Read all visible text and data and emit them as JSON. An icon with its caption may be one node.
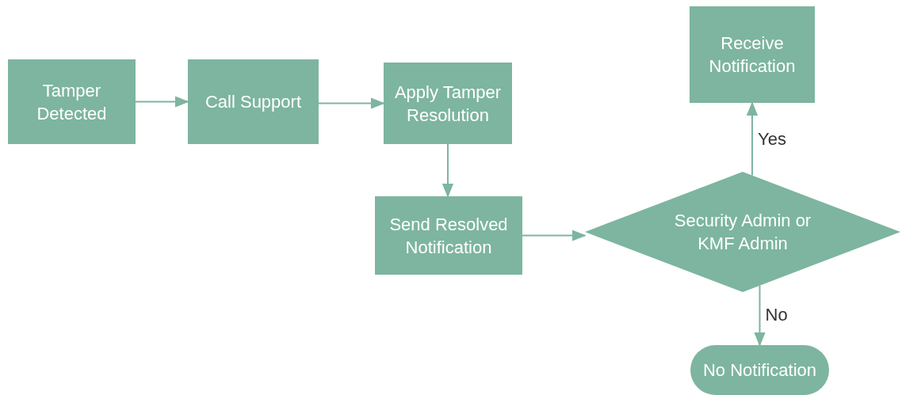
{
  "diagram": {
    "nodes": [
      {
        "text": [
          "Tamper Detected"
        ]
      },
      {
        "text": [
          "Call Support"
        ]
      },
      {
        "text": [
          "Apply Tamper Resolution"
        ]
      },
      {
        "text": [
          "Send Resolved Notification"
        ]
      },
      {
        "text": [
          "Security Admin or KMF Admin"
        ]
      },
      {
        "text": [
          "Receive Notification"
        ]
      },
      {
        "text": [
          "No Notification"
        ]
      }
    ],
    "edges": [
      {
        "from": 0,
        "to": 1,
        "arrow": "to"
      },
      {
        "from": 1,
        "to": 2,
        "arrow": "to"
      },
      {
        "from": 2,
        "to": 3,
        "arrow": "to"
      },
      {
        "from": 3,
        "to": 4,
        "arrow": "to"
      },
      {
        "from": 4,
        "to": 5,
        "arrow": "to",
        "label": "Yes"
      },
      {
        "from": 4,
        "to": 6,
        "arrow": "to",
        "label": "No"
      }
    ]
  }
}
